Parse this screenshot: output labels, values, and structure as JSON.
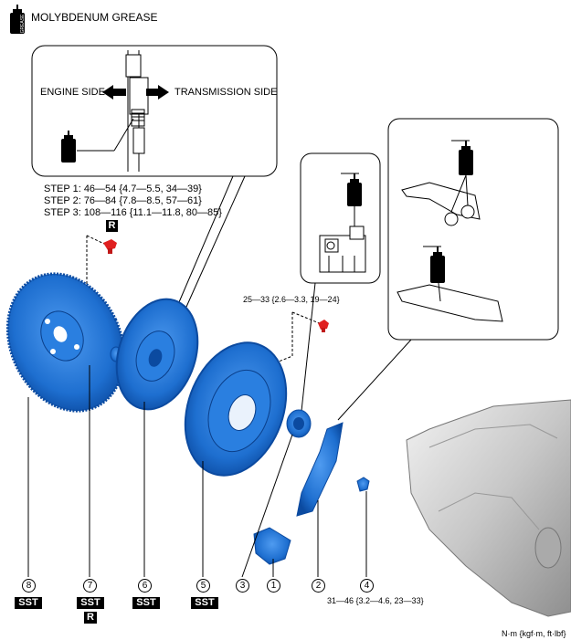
{
  "legend": {
    "label": "MOLYBDENUM GREASE",
    "icon": "grease-can-icon"
  },
  "detail_left": {
    "engine_side": "ENGINE SIDE",
    "transmission_side": "TRANSMISSION SIDE"
  },
  "torque": {
    "flywheel_steps": [
      "STEP 1: 46—54 {4.7—5.5, 34—39}",
      "STEP 2: 76—84 {7.8—8.5, 57—61}",
      "STEP 3: 108—116 {11.1—11.8, 80—85}"
    ],
    "pressure_plate": "25—33 {2.6—3.3, 19—24}",
    "fork_pivot": "31—46 {3.2—4.6, 23—33}",
    "units": "N·m {kgf·m, ft·lbf}"
  },
  "badges": {
    "sst": "SST",
    "replace": "R"
  },
  "part_numbers": [
    "8",
    "7",
    "6",
    "5",
    "3",
    "1",
    "2",
    "4"
  ],
  "grease_can_text": "GREASE",
  "colors": {
    "part_blue": "#1e6fd0",
    "part_dark": "#0b4aa0",
    "bolt_red": "#e02020",
    "housing_gray": "#c9c9c9"
  }
}
